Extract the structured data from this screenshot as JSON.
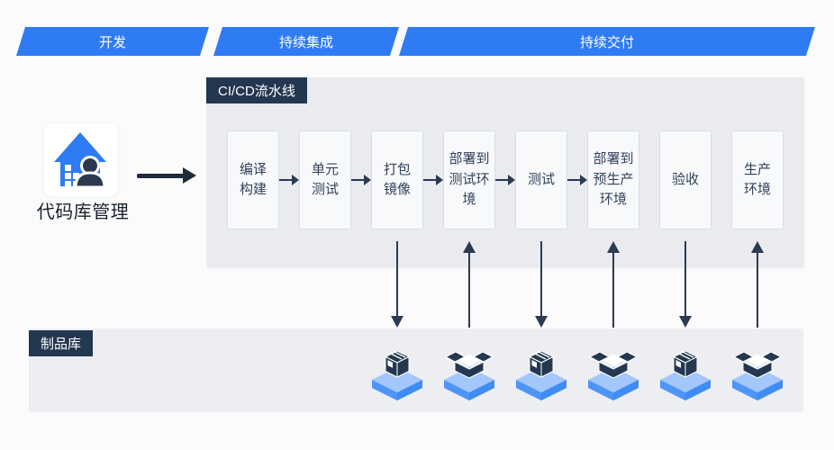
{
  "phases": [
    {
      "label": "开发"
    },
    {
      "label": "持续集成"
    },
    {
      "label": "持续交付"
    }
  ],
  "repository": {
    "label": "代码库管理",
    "icon": "house-person-icon"
  },
  "pipeline": {
    "title": "CI/CD流水线",
    "stages": [
      {
        "lines": [
          "编译",
          "构建"
        ],
        "arrow_to_next": true,
        "artifact_flow": null,
        "artifact_icon": null
      },
      {
        "lines": [
          "单元",
          "测试"
        ],
        "arrow_to_next": true,
        "artifact_flow": null,
        "artifact_icon": null
      },
      {
        "lines": [
          "打包",
          "镜像"
        ],
        "arrow_to_next": true,
        "artifact_flow": "down",
        "artifact_icon": "closed-box"
      },
      {
        "lines": [
          "部署到",
          "测试环",
          "境"
        ],
        "arrow_to_next": true,
        "artifact_flow": "up",
        "artifact_icon": "open-box"
      },
      {
        "lines": [
          "测试"
        ],
        "arrow_to_next": true,
        "artifact_flow": "down",
        "artifact_icon": "closed-box"
      },
      {
        "lines": [
          "部署到",
          "预生产",
          "环境"
        ],
        "arrow_to_next": false,
        "artifact_flow": "up",
        "artifact_icon": "open-box"
      },
      {
        "lines": [
          "验收"
        ],
        "arrow_to_next": false,
        "artifact_flow": "down",
        "artifact_icon": "closed-box"
      },
      {
        "lines": [
          "生产",
          "环境"
        ],
        "arrow_to_next": false,
        "artifact_flow": "up",
        "artifact_icon": "open-box"
      }
    ]
  },
  "artifact_repo": {
    "title": "制品库"
  },
  "colors": {
    "accent_blue": "#2F7BF4",
    "dark_navy": "#233750",
    "arrow": "#2B3B52",
    "panel_gray": "#E9EBEF",
    "stage_box_bg": "#F8F9FB",
    "stage_box_border": "#D9DEE5",
    "platform_top": "#A3C7FA",
    "platform_side": "#4E95F6"
  }
}
